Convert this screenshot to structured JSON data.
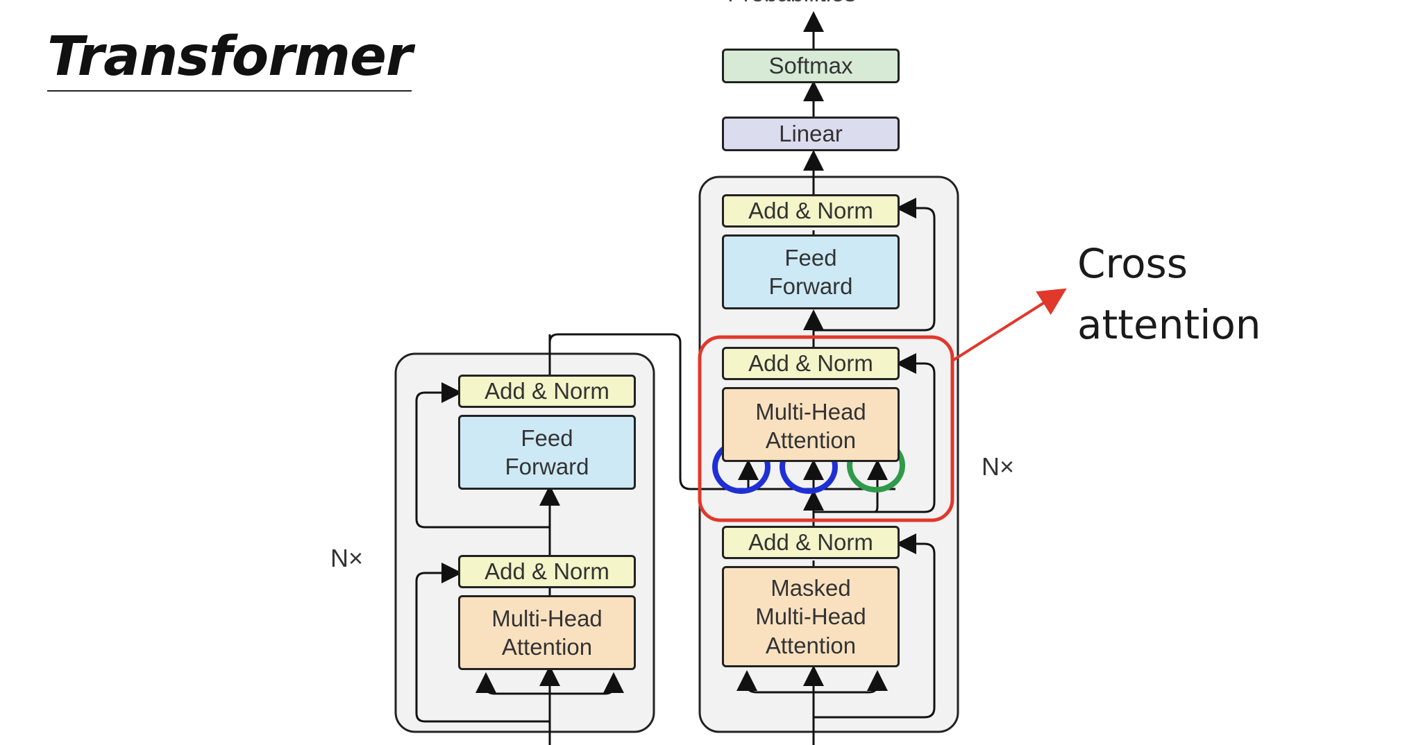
{
  "title": "Transformer",
  "callout": {
    "line1": "Cross",
    "line2": "attention"
  },
  "output_label": "Probabilities",
  "encoder": {
    "repeat_label": "N×",
    "add_norm_top": "Add & Norm",
    "feed_forward": [
      "Feed",
      "Forward"
    ],
    "add_norm_bottom": "Add & Norm",
    "attention": [
      "Multi-Head",
      "Attention"
    ]
  },
  "decoder": {
    "repeat_label": "N×",
    "add_norm_top": "Add & Norm",
    "feed_forward": [
      "Feed",
      "Forward"
    ],
    "add_norm_mid": "Add & Norm",
    "cross_attention": [
      "Multi-Head",
      "Attention"
    ],
    "add_norm_bottom": "Add & Norm",
    "masked_attention": [
      "Masked",
      "Multi-Head",
      "Attention"
    ]
  },
  "head": {
    "linear": "Linear",
    "softmax": "Softmax"
  },
  "highlight_colors": {
    "cross_attention_frame": "#e0382b",
    "query_key_circles": "#1f2fd6",
    "value_circle": "#2e9a4a",
    "pointer_dot": "#e0382b"
  }
}
